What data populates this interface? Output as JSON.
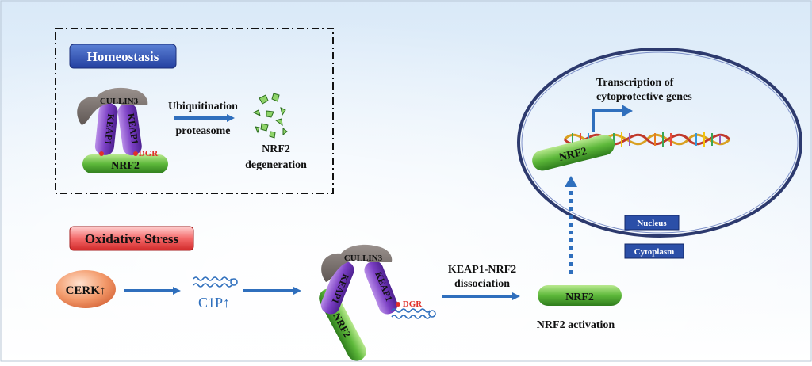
{
  "colors": {
    "pill_green": "#6cc24a",
    "keap_purple": "#7b3fc4",
    "cullin_gray": "#7d7370",
    "arrow_blue": "#2f6fbd",
    "label_red": "#e0302a",
    "cerk_orange": "#f08a5d",
    "dark_blue_box": "#2b4fa8"
  },
  "homeostasis": {
    "label": "Homeostasis",
    "complex": {
      "cullin": "CULLIN3",
      "keap_left": "KEAP1",
      "keap_right": "KEAP1",
      "nrf2": "NRF2",
      "dgr": "DGR"
    },
    "arrow_top": "Ubiquitination",
    "arrow_bottom": "proteasome",
    "result_line1": "NRF2",
    "result_line2": "degeneration"
  },
  "stress": {
    "label": "Oxidative Stress",
    "cerk": "CERK↑",
    "c1p": "C1P↑",
    "complex": {
      "cullin": "CULLIN3",
      "keap_left": "KEAP1",
      "keap_right": "KEAP1",
      "nrf2": "NRF2",
      "dgr": "DGR"
    },
    "dissoc_line1": "KEAP1-NRF2",
    "dissoc_line2": "dissociation",
    "free_nrf2": "NRF2",
    "activation": "NRF2 activation"
  },
  "nucleus": {
    "transcription_line1": "Transcription of",
    "transcription_line2": "cytoprotective genes",
    "nrf2": "NRF2",
    "nucleus_label": "Nucleus",
    "cytoplasm_label": "Cytoplasm"
  }
}
